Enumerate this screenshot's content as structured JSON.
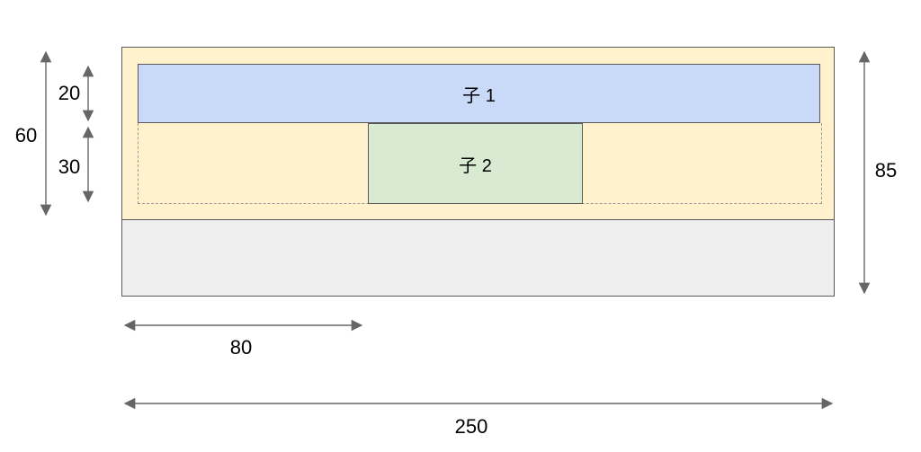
{
  "diagram": {
    "boxes": {
      "child1_label": "子 1",
      "child2_label": "子 2"
    },
    "dimensions": {
      "child1_height": "20",
      "line2_height": "30",
      "content_height": "60",
      "total_height": "85",
      "child2_left_offset": "80",
      "total_width": "250"
    },
    "colors": {
      "container_fill": "#fff2cc",
      "child1_fill": "#c9daf8",
      "child2_fill": "#d9ead3",
      "bottom_fill": "#efefef",
      "solid_border": "#595959",
      "dashed_border": "#999999",
      "arrow": "#666666",
      "text": "#000000",
      "background": "#ffffff"
    }
  }
}
